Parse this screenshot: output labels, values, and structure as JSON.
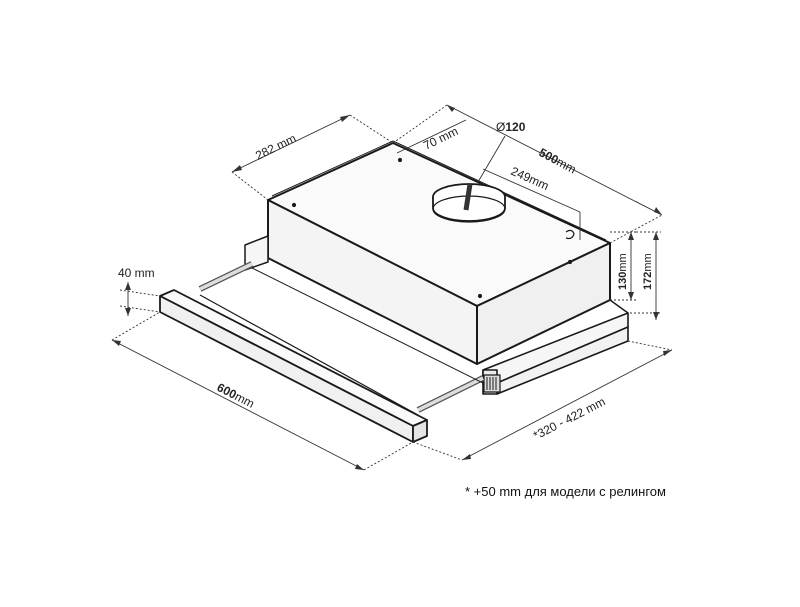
{
  "dimensions": {
    "depth_282": "282 mm",
    "offset_70": "70 mm",
    "diameter_sym": "Ø",
    "diameter": "120",
    "width_500_bold": "500",
    "width_500_unit": "mm",
    "offset_249": "249mm",
    "height_130_bold": "130",
    "height_130_unit": "mm",
    "height_172_bold": "172",
    "height_172_unit": "mm",
    "front_40": "40 mm",
    "width_600_bold": "600",
    "width_600_unit": "mm",
    "depth_range": "*320 - 422 mm"
  },
  "footnote": "* +50 mm для модели с релингом"
}
